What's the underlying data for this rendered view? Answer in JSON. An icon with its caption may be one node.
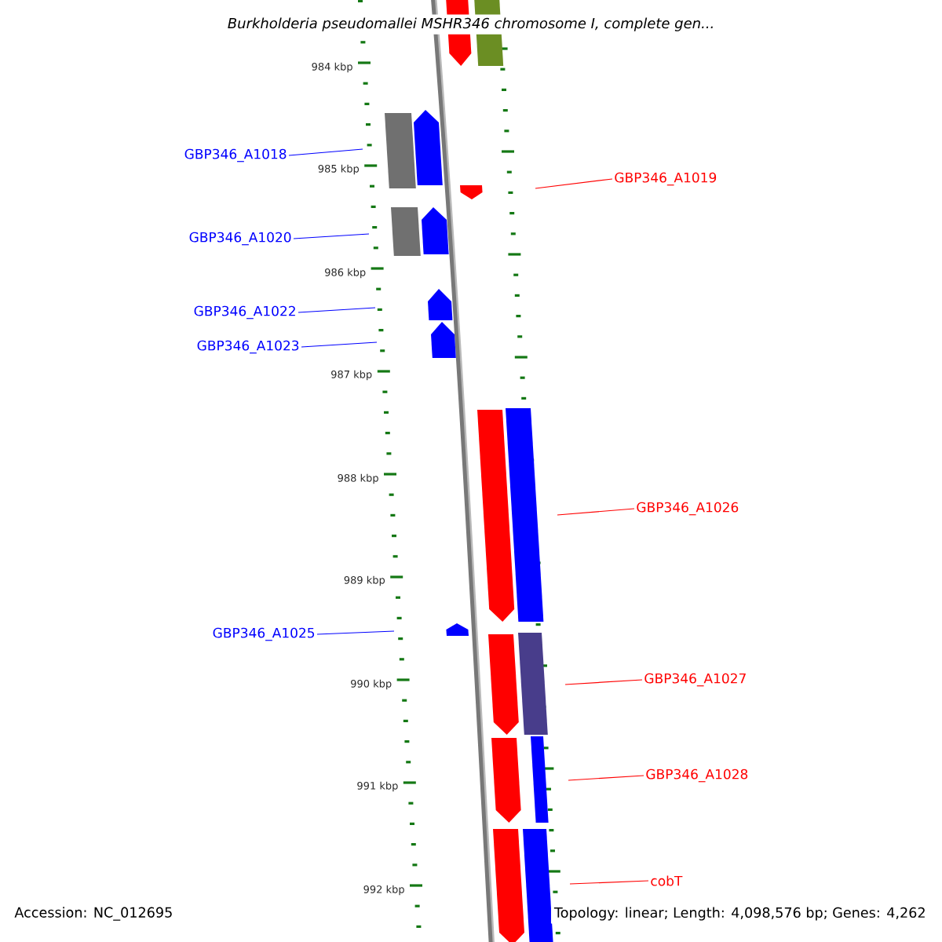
{
  "diagram": {
    "title": "Burkholderia pseudomallei MSHR346 chromosome I, complete gen...",
    "nodes": [
      {
        "text": [
          "GBP346_A1018"
        ]
      },
      {
        "text": [
          "GBP346_A1019"
        ]
      },
      {
        "text": [
          "GBP346_A1020"
        ]
      },
      {
        "text": [
          "GBP346_A1022"
        ]
      },
      {
        "text": [
          "GBP346_A1023"
        ]
      },
      {
        "text": [
          "GBP346_A1026"
        ]
      },
      {
        "text": [
          "GBP346_A1025"
        ]
      },
      {
        "text": [
          "GBP346_A1027"
        ]
      },
      {
        "text": [
          "GBP346_A1028"
        ]
      },
      {
        "text": [
          "cobT"
        ]
      }
    ],
    "edges": [
      {
        "from": 0,
        "to": null,
        "arrow": "none",
        "color": "#0000ff"
      },
      {
        "from": 1,
        "to": null,
        "arrow": "none",
        "color": "#ff0000"
      },
      {
        "from": 2,
        "to": null,
        "arrow": "none",
        "color": "#0000ff"
      },
      {
        "from": 3,
        "to": null,
        "arrow": "none",
        "color": "#0000ff"
      },
      {
        "from": 4,
        "to": null,
        "arrow": "none",
        "color": "#0000ff"
      },
      {
        "from": 5,
        "to": null,
        "arrow": "none",
        "color": "#ff0000"
      },
      {
        "from": 6,
        "to": null,
        "arrow": "none",
        "color": "#0000ff"
      },
      {
        "from": 7,
        "to": null,
        "arrow": "none",
        "color": "#ff0000"
      },
      {
        "from": 8,
        "to": null,
        "arrow": "none",
        "color": "#ff0000"
      },
      {
        "from": 9,
        "to": null,
        "arrow": "none",
        "color": "#ff0000"
      }
    ],
    "labels": [
      "984 kbp",
      "985 kbp",
      "986 kbp",
      "987 kbp",
      "988 kbp",
      "989 kbp",
      "990 kbp",
      "991 kbp",
      "992 kbp",
      "Accession: NC_012695",
      "Topology: linear; Length: 4,098,576 bp; Genes: 4,262"
    ]
  }
}
